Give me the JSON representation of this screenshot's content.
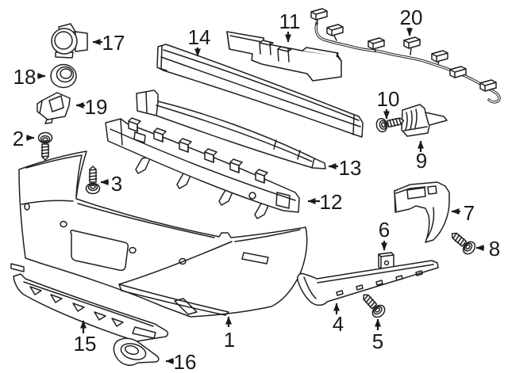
{
  "diagram": {
    "background_color": "#ffffff",
    "line_color": "#231f20",
    "callouts": [
      {
        "label": "1",
        "part": "bumper-cover"
      },
      {
        "label": "2",
        "part": "screw"
      },
      {
        "label": "3",
        "part": "screw"
      },
      {
        "label": "4",
        "part": "lower-molding"
      },
      {
        "label": "5",
        "part": "screw"
      },
      {
        "label": "6",
        "part": "clip-nut"
      },
      {
        "label": "7",
        "part": "side-support-bracket"
      },
      {
        "label": "8",
        "part": "bolt"
      },
      {
        "label": "9",
        "part": "side-bracket"
      },
      {
        "label": "10",
        "part": "screw"
      },
      {
        "label": "11",
        "part": "upper-energy-absorber"
      },
      {
        "label": "12",
        "part": "lower-energy-absorber"
      },
      {
        "label": "13",
        "part": "upper-rail-strip"
      },
      {
        "label": "14",
        "part": "impact-bar"
      },
      {
        "label": "15",
        "part": "lower-valance"
      },
      {
        "label": "16",
        "part": "exhaust-bezel"
      },
      {
        "label": "17",
        "part": "park-sensor"
      },
      {
        "label": "18",
        "part": "sensor-ring"
      },
      {
        "label": "19",
        "part": "sensor-bracket"
      },
      {
        "label": "20",
        "part": "wiring-harness"
      }
    ]
  }
}
